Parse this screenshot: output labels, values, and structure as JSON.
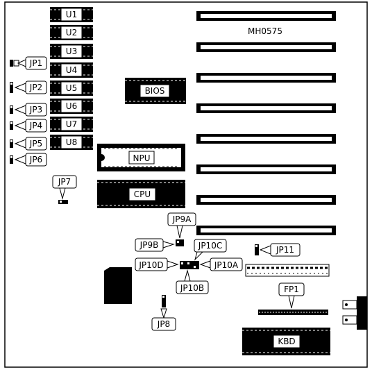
{
  "board": {
    "model": "MH0575",
    "memory_chips": [
      "U1",
      "U2",
      "U3",
      "U4",
      "U5",
      "U6",
      "U7",
      "U8"
    ],
    "bios": "BIOS",
    "npu": "NPU",
    "cpu": "CPU",
    "kbd": "KBD",
    "fp1": "FP1",
    "jumpers": {
      "jp1": "JP1",
      "jp2": "JP2",
      "jp3": "JP3",
      "jp4": "JP4",
      "jp5": "JP5",
      "jp6": "JP6",
      "jp7": "JP7",
      "jp8": "JP8",
      "jp9a": "JP9A",
      "jp9b": "JP9B",
      "jp10a": "JP10A",
      "jp10b": "JP10B",
      "jp10c": "JP10C",
      "jp10d": "JP10D",
      "jp11": "JP11"
    }
  }
}
